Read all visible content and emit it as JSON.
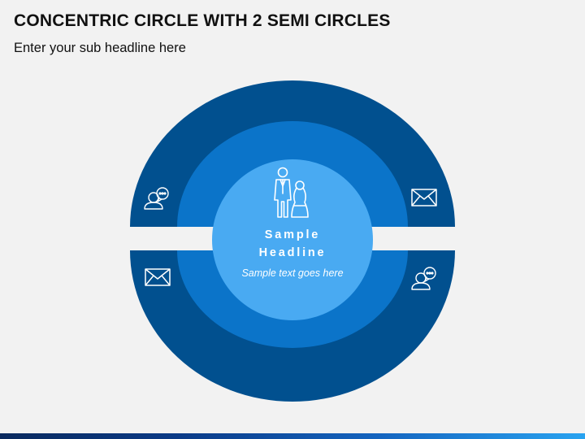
{
  "title": "CONCENTRIC CIRCLE WITH 2 SEMI CIRCLES",
  "subtitle": "Enter your sub headline here",
  "center": {
    "headline_line1": "Sample",
    "headline_line2": "Headline",
    "text": "Sample text goes here"
  },
  "colors": {
    "outer_ring": "#01508f",
    "middle_ring": "#0b74c9",
    "inner_circle": "#49aaf2",
    "icon_stroke": "#ffffff",
    "background": "#f2f2f2"
  },
  "icons": {
    "center": "person-with-pawn-icon",
    "top_left": "person-speech-bubble-icon",
    "top_right": "envelope-icon",
    "bottom_left": "envelope-icon",
    "bottom_right": "person-speech-bubble-icon"
  }
}
